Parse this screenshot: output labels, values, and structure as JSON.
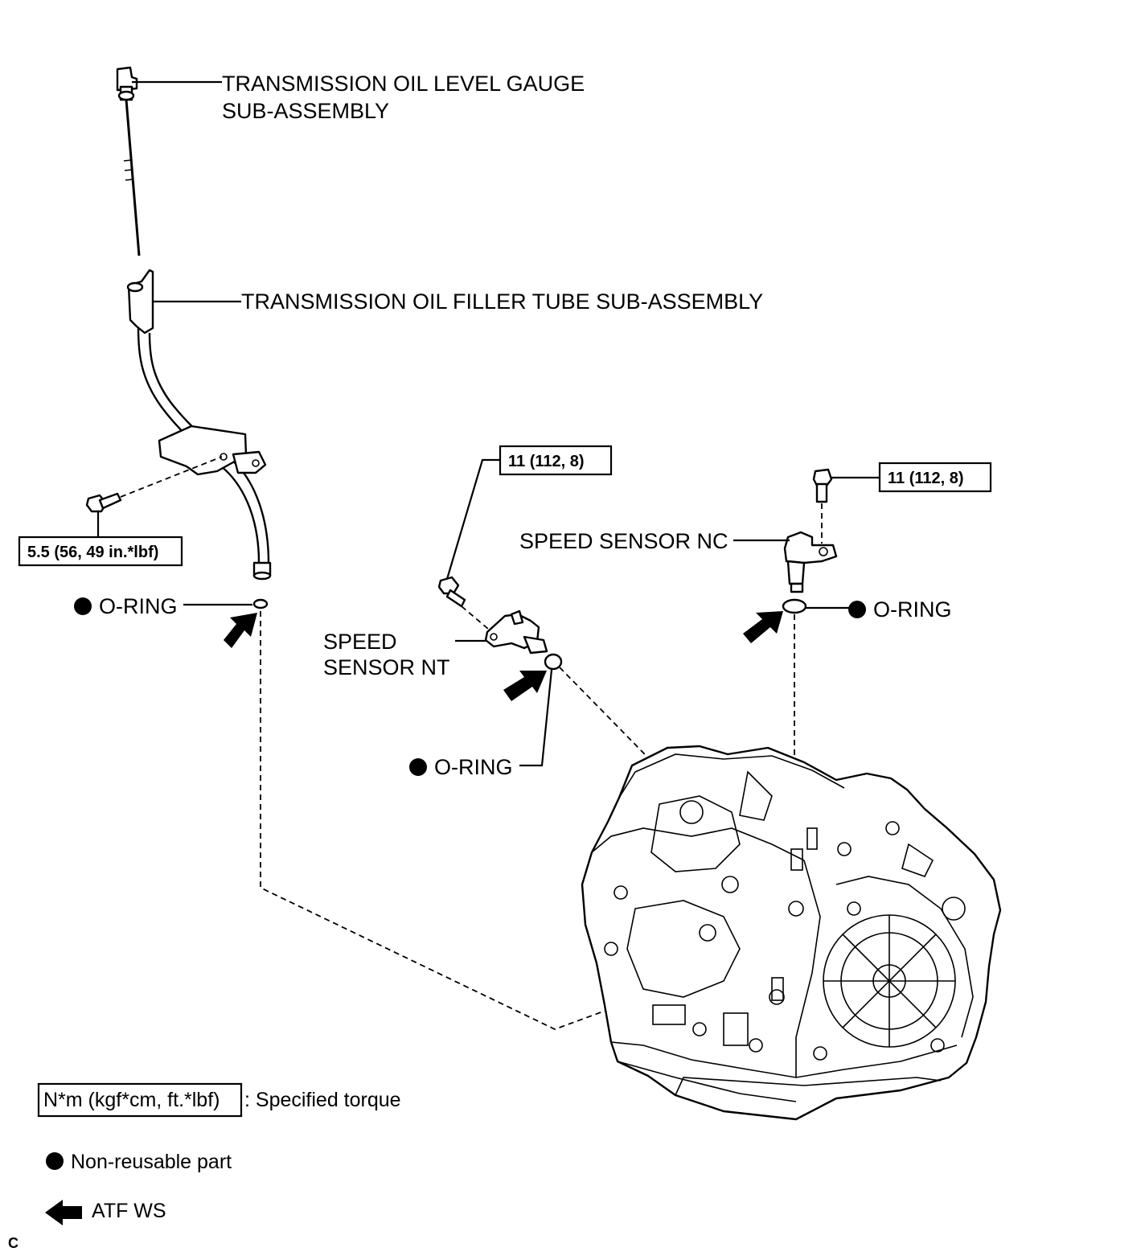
{
  "labels": {
    "gauge_line1": "TRANSMISSION OIL LEVEL GAUGE",
    "gauge_line2": "SUB-ASSEMBLY",
    "filler_tube": "TRANSMISSION OIL FILLER TUBE SUB-ASSEMBLY",
    "speed_sensor_nc": "SPEED SENSOR NC",
    "speed_sensor_nt_line1": "SPEED",
    "speed_sensor_nt_line2": "SENSOR NT",
    "oring_left": "O-RING",
    "oring_right": "O-RING",
    "oring_center": "O-RING"
  },
  "torque_boxes": {
    "filler_bolt": "5.5 (56, 49 in.*lbf)",
    "nt_bolt": "11 (112, 8)",
    "nc_bolt": "11 (112, 8)"
  },
  "legend": {
    "torque_box": "N*m (kgf*cm, ft.*lbf)",
    "torque_desc": ": Specified torque",
    "nonreusable": "Non-reusable part",
    "atf": "ATF WS"
  },
  "corner_code": "C",
  "colors": {
    "ink": "#000000",
    "paper": "#ffffff"
  }
}
